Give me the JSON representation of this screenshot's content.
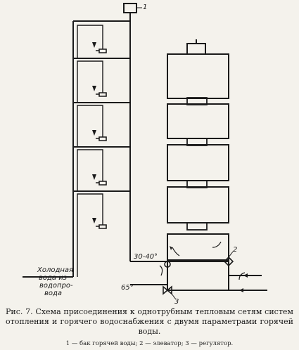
{
  "diagram": {
    "marker_1": "1",
    "marker_2": "2",
    "marker_3": "3",
    "temp_supply": "30-40°",
    "temp_return": "65°",
    "cold_water_label": [
      "Холодная",
      "вода из",
      "водопро-",
      "вода"
    ]
  },
  "caption": {
    "text": "Рис. 7. Схема присоединения к однотрубным тепловым сетям систем отопления и горячего водоснабжения с двумя параметрами горячей воды.",
    "legend": "1 — бак горячей воды; 2 — элеватор; 3 — регулятор."
  }
}
